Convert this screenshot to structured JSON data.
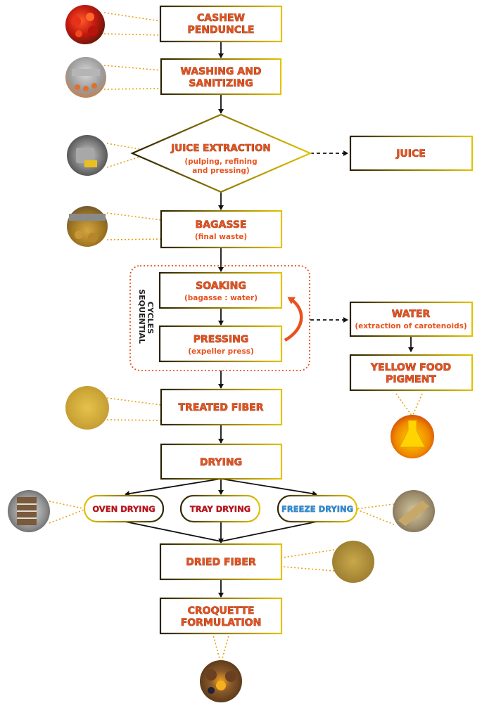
{
  "colors": {
    "label": "#e8521c",
    "box_border_dark": "#2a2200",
    "box_border_gold": "#c9a800",
    "oven_tray_text": "#c0101a",
    "freeze_text": "#2a8fd6",
    "dotted_group": "#e8521c"
  },
  "steps": {
    "cashew": {
      "line1": "CASHEW",
      "line2": "PENDUNCLE"
    },
    "washing": {
      "line1": "WASHING AND",
      "line2": "SANITIZING"
    },
    "extraction": {
      "title": "JUICE EXTRACTION",
      "sub1": "(pulping, refining",
      "sub2": "and pressing)"
    },
    "juice": {
      "title": "JUICE"
    },
    "bagasse": {
      "title": "BAGASSE",
      "sub": "(final waste)"
    },
    "soaking": {
      "title": "SOAKING",
      "sub": "(bagasse : water)"
    },
    "pressing": {
      "title": "PRESSING",
      "sub": "(expeller press)"
    },
    "cycles": {
      "line1": "SEQUENTIAL",
      "line2": "CYCLES"
    },
    "water": {
      "title": "WATER",
      "sub": "(extraction of carotenoids)"
    },
    "pigment": {
      "line1": "YELLOW FOOD",
      "line2": "PIGMENT"
    },
    "treated": {
      "title": "TREATED FIBER"
    },
    "drying": {
      "title": "DRYING"
    },
    "oven": {
      "title": "OVEN DRYING"
    },
    "tray": {
      "title": "TRAY DRYING"
    },
    "freeze": {
      "title": "FREEZE DRYING"
    },
    "dried": {
      "title": "DRIED FIBER"
    },
    "croquette": {
      "line1": "CROQUETTE",
      "line2": "FORMULATION"
    }
  },
  "photos": {
    "cashew": "cashew-apples-photo",
    "washing": "washing-line-photo",
    "extraction": "juice-extractor-photo",
    "bagasse": "bagasse-photo",
    "treated": "treated-fiber-photo",
    "pigment": "yellow-pigment-flask-photo",
    "oven": "oven-dryer-photo",
    "freeze": "freeze-dryer-trays-photo",
    "dried": "dried-fiber-photo",
    "croquette": "croquettes-photo"
  }
}
